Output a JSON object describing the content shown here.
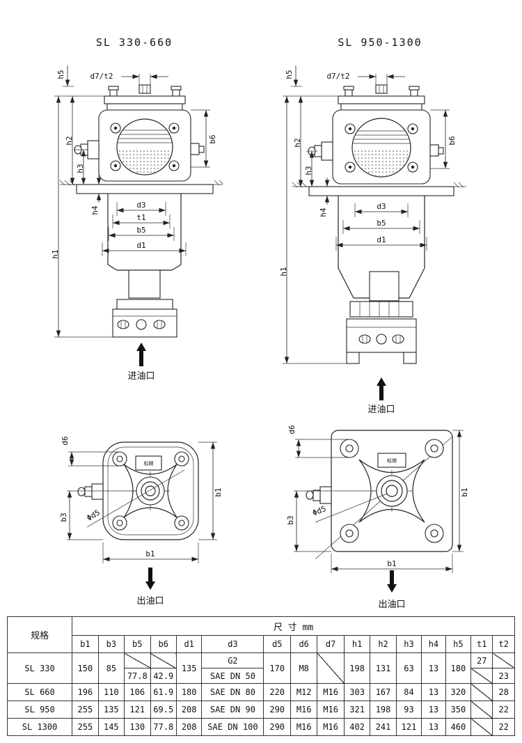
{
  "titles": {
    "left": "SL 330-660",
    "right": "SL 950-1300"
  },
  "dim_labels": {
    "h1": "h1",
    "h2": "h2",
    "h3": "h3",
    "h4": "h4",
    "h5": "h5",
    "b1": "b1",
    "b3": "b3",
    "b5": "b5",
    "b6": "b6",
    "d1": "d1",
    "d3": "d3",
    "d6": "d6",
    "d7t2": "d7/t2",
    "t1": "t1",
    "phid5": "Φd5"
  },
  "annotations": {
    "inlet": "进油口",
    "outlet": "出油口",
    "nameplate": "标牌"
  },
  "table": {
    "spec_header": "规格",
    "dims_header": "尺 寸 mm",
    "columns": [
      "b1",
      "b3",
      "b5",
      "b6",
      "d1",
      "d3",
      "d5",
      "d6",
      "d7",
      "h1",
      "h2",
      "h3",
      "h4",
      "h5",
      "t1",
      "t2"
    ],
    "sl330": {
      "spec": "SL 330",
      "b1": "150",
      "b3": "85",
      "b5_bottom": "77.8",
      "b6_bottom": "42.9",
      "d1": "135",
      "d3_top": "G2",
      "d3_bottom": "SAE DN 50",
      "d5": "170",
      "d6": "M8",
      "h1": "198",
      "h2": "131",
      "h3": "63",
      "h4": "13",
      "h5": "180",
      "t1_top": "27",
      "t2_bottom": "23"
    },
    "rows": [
      {
        "spec": "SL 660",
        "b1": "196",
        "b3": "110",
        "b5": "106",
        "b6": "61.9",
        "d1": "180",
        "d3": "SAE DN 80",
        "d5": "220",
        "d6": "M12",
        "d7": "M16",
        "h1": "303",
        "h2": "167",
        "h3": "84",
        "h4": "13",
        "h5": "320",
        "t2": "28"
      },
      {
        "spec": "SL 950",
        "b1": "255",
        "b3": "135",
        "b5": "121",
        "b6": "69.5",
        "d1": "208",
        "d3": "SAE DN 90",
        "d5": "290",
        "d6": "M16",
        "d7": "M16",
        "h1": "321",
        "h2": "198",
        "h3": "93",
        "h4": "13",
        "h5": "350",
        "t2": "22"
      },
      {
        "spec": "SL 1300",
        "b1": "255",
        "b3": "145",
        "b5": "130",
        "b6": "77.8",
        "d1": "208",
        "d3": "SAE DN 100",
        "d5": "290",
        "d6": "M16",
        "d7": "M16",
        "h1": "402",
        "h2": "241",
        "h3": "121",
        "h4": "13",
        "h5": "460",
        "t2": "22"
      }
    ]
  }
}
